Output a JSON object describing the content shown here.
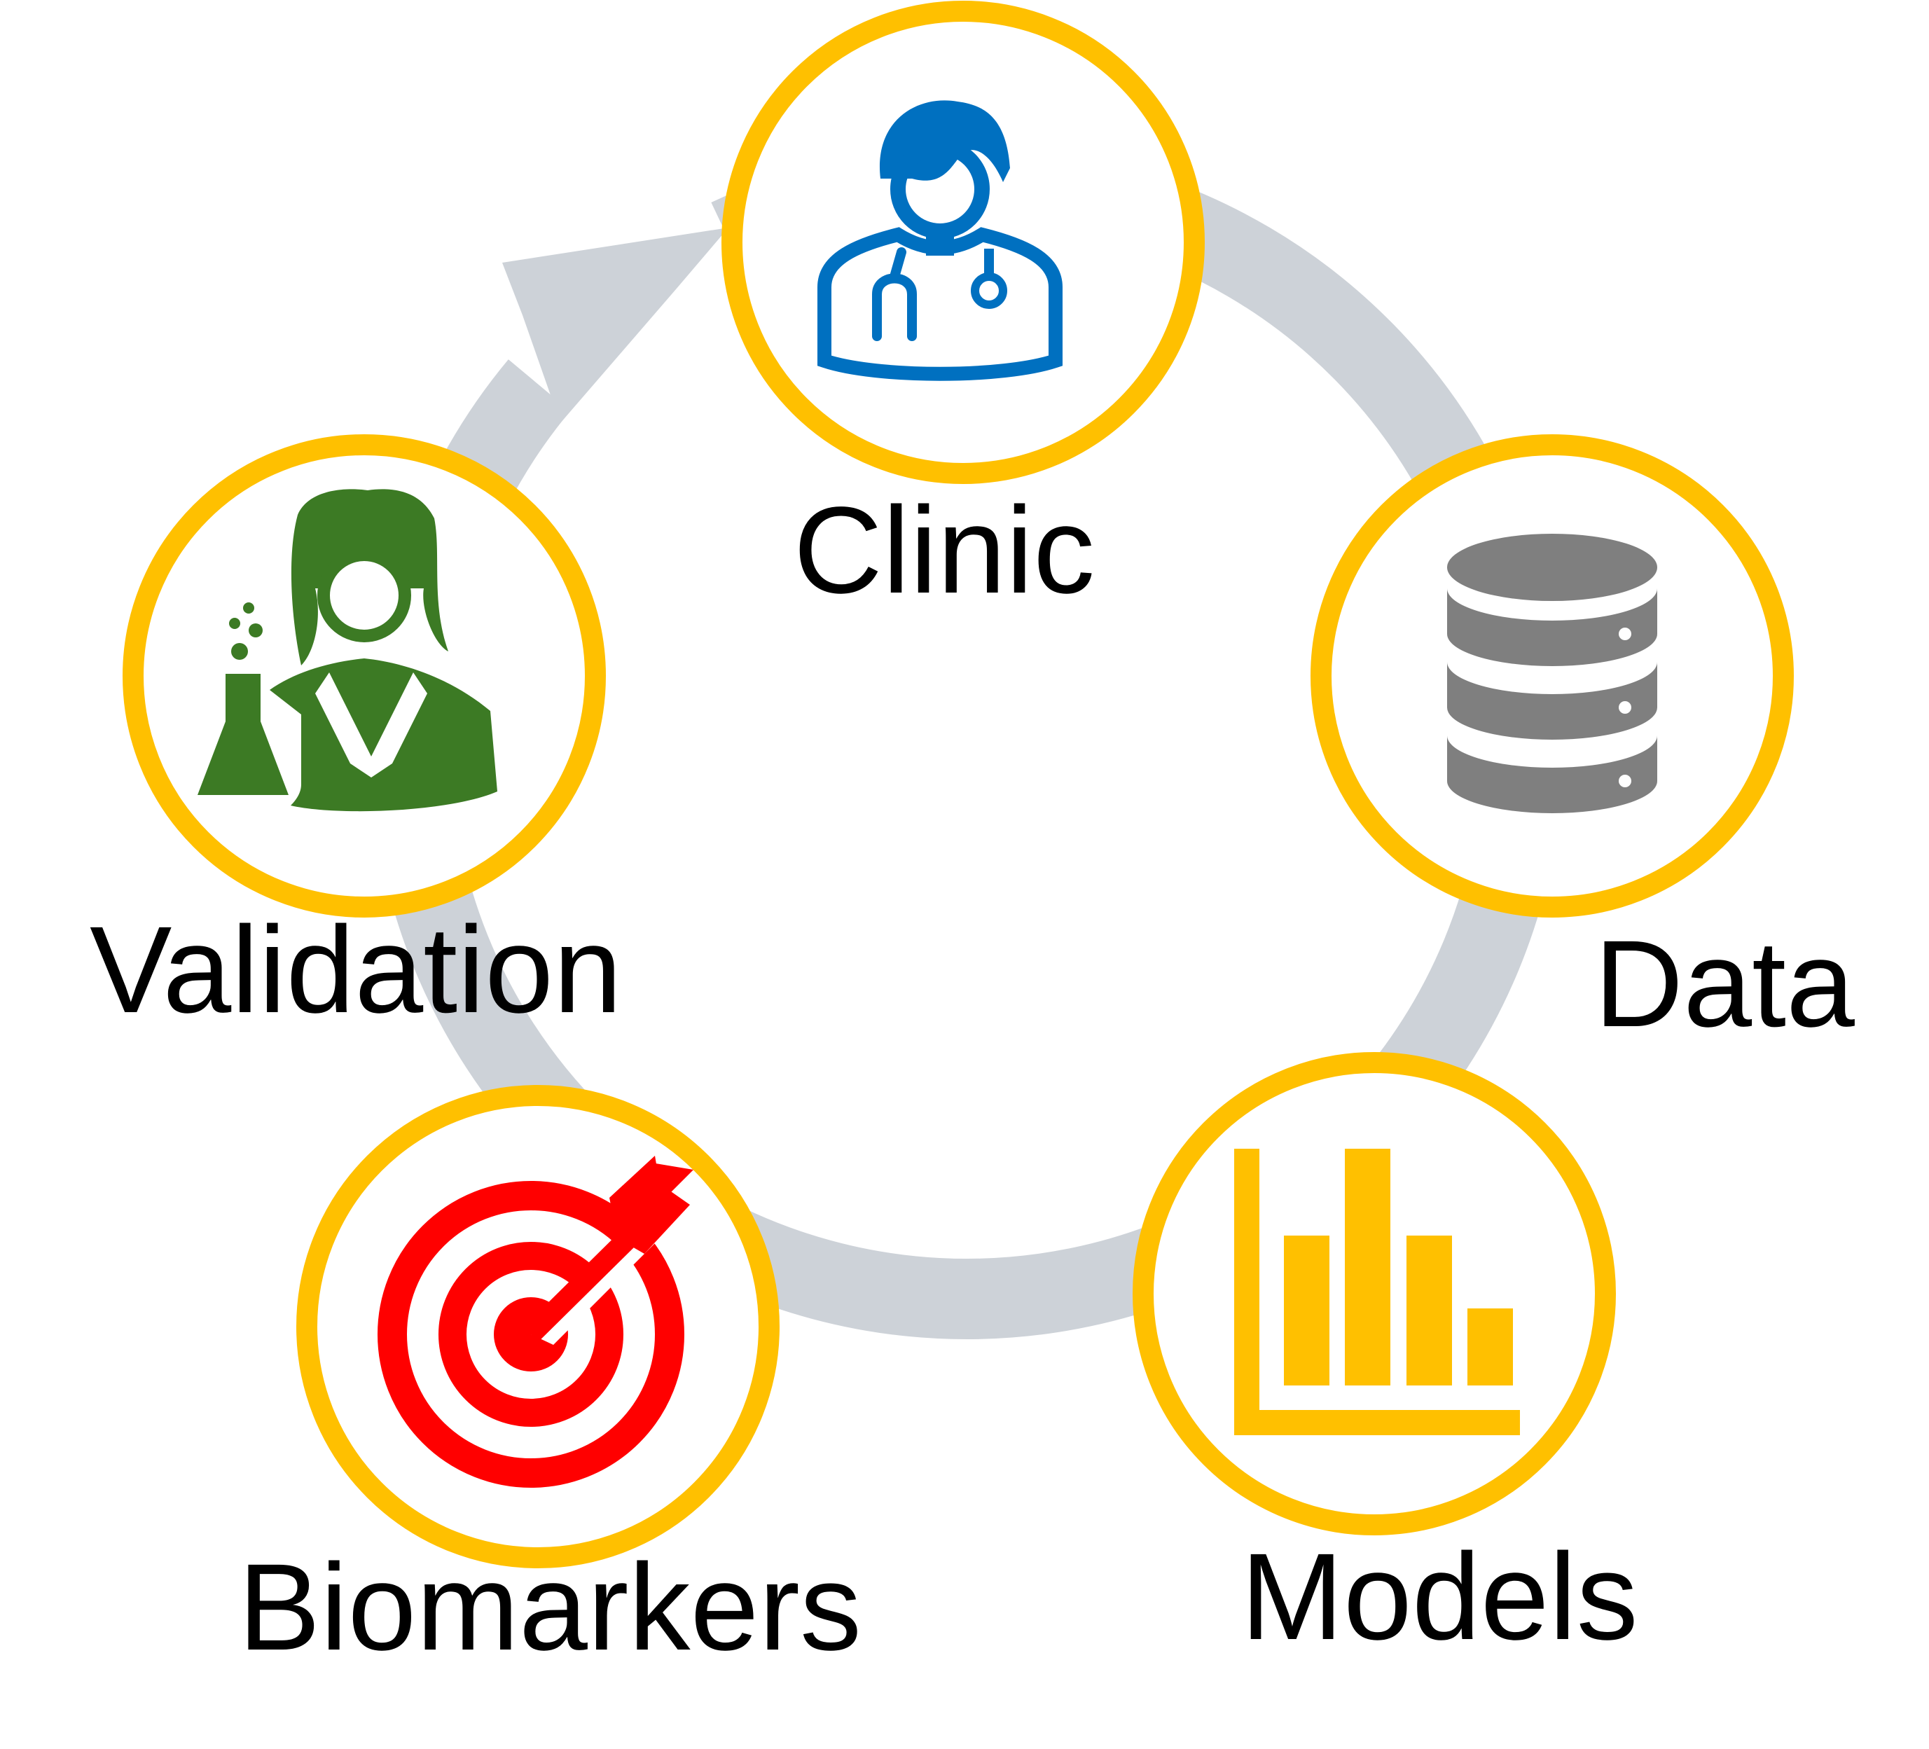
{
  "diagram": {
    "type": "cycle",
    "direction": "clockwise",
    "colors": {
      "ring": "#FFC000",
      "cycle_arrow": "#CDD2D8",
      "background": "#FFFFFF",
      "label": "#000000"
    },
    "stages": [
      {
        "id": "clinic",
        "label": "Clinic",
        "icon": "doctor-icon",
        "icon_color": "#0070C0"
      },
      {
        "id": "data",
        "label": "Data",
        "icon": "database-icon",
        "icon_color": "#7F7F7F"
      },
      {
        "id": "models",
        "label": "Models",
        "icon": "bar-chart-icon",
        "icon_color": "#FFC000"
      },
      {
        "id": "biomarkers",
        "label": "Biomarkers",
        "icon": "target-icon",
        "icon_color": "#FF0000"
      },
      {
        "id": "validation",
        "label": "Validation",
        "icon": "scientist-icon",
        "icon_color": "#3C7A24"
      }
    ]
  }
}
